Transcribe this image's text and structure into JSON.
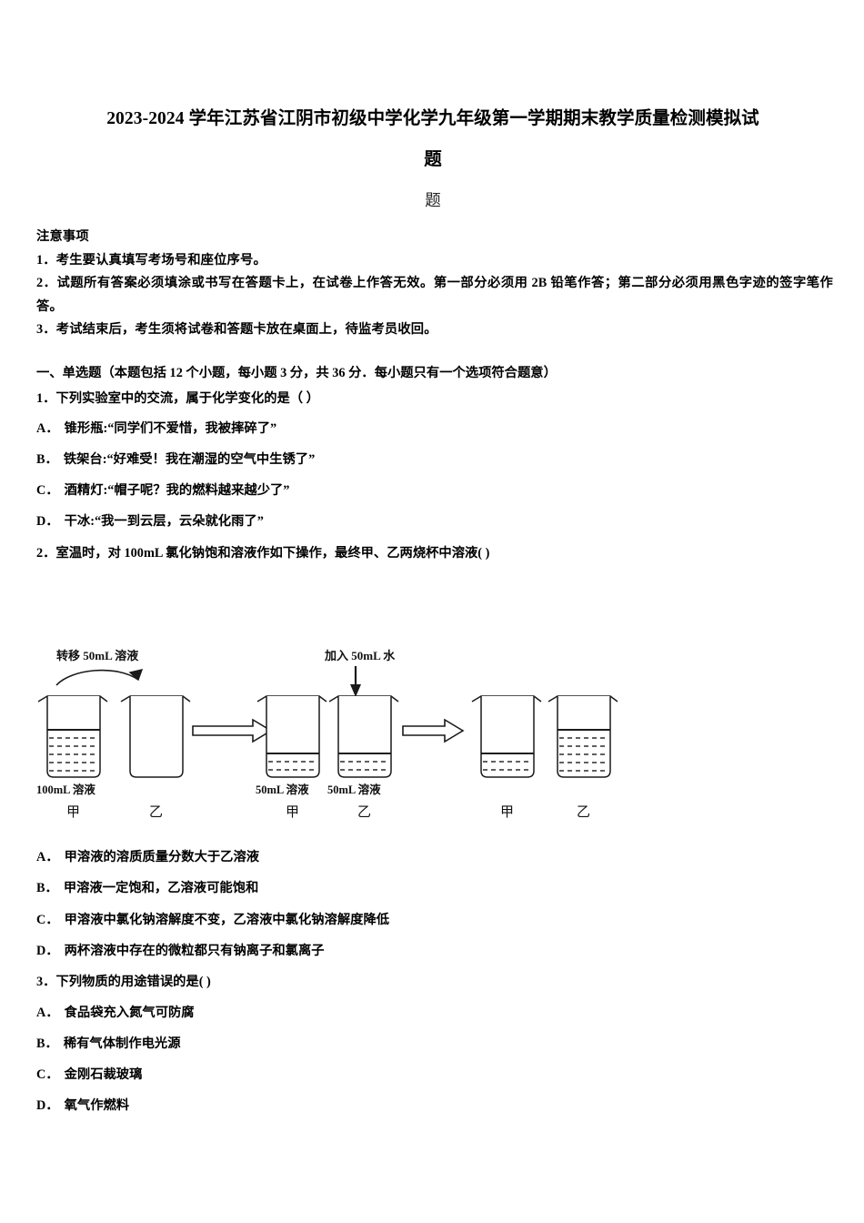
{
  "document": {
    "title_line1": "2023-2024 学年江苏省江阴市初级中学化学九年级第一学期期末教学质量检测模拟试",
    "title_line2": "题",
    "title_echo": "题"
  },
  "notice": {
    "heading": "注意事项",
    "items": [
      "1．考生要认真填写考场号和座位序号。",
      "2．试题所有答案必须填涂或书写在答题卡上，在试卷上作答无效。第一部分必须用 2B 铅笔作答；第二部分必须用黑色字迹的签字笔作答。",
      "3．考试结束后，考生须将试卷和答题卡放在桌面上，待监考员收回。"
    ]
  },
  "section": {
    "heading": "一、单选题（本题包括 12 个小题，每小题 3 分，共 36 分．每小题只有一个选项符合题意）"
  },
  "questions": [
    {
      "stem": "1．下列实验室中的交流，属于化学变化的是（  ）",
      "options": [
        {
          "label": "A．",
          "text": "锥形瓶:“同学们不爱惜，我被摔碎了”"
        },
        {
          "label": "B．",
          "text": "铁架台:“好难受！我在潮湿的空气中生锈了”"
        },
        {
          "label": "C．",
          "text": "酒精灯:“帽子呢？我的燃料越来越少了”"
        },
        {
          "label": "D．",
          "text": "干冰:“我一到云层，云朵就化雨了”"
        }
      ]
    },
    {
      "stem": "2．室温时，对 100mL 氯化钠饱和溶液作如下操作，最终甲、乙两烧杯中溶液(        )",
      "options": [
        {
          "label": "A．",
          "text": "甲溶液的溶质质量分数大于乙溶液"
        },
        {
          "label": "B．",
          "text": "甲溶液一定饱和，乙溶液可能饱和"
        },
        {
          "label": "C．",
          "text": "甲溶液中氯化钠溶解度不变，乙溶液中氯化钠溶解度降低"
        },
        {
          "label": "D．",
          "text": "两杯溶液中存在的微粒都只有钠离子和氯离子"
        }
      ]
    },
    {
      "stem": "3．下列物质的用途错误的是(  )",
      "options": [
        {
          "label": "A．",
          "text": "食品袋充入氮气可防腐"
        },
        {
          "label": "B．",
          "text": "稀有气体制作电光源"
        },
        {
          "label": "C．",
          "text": "金刚石裁玻璃"
        },
        {
          "label": "D．",
          "text": "氧气作燃料"
        }
      ]
    }
  ],
  "figure": {
    "annotations": {
      "transfer": "转移 50mL 溶液",
      "add_water": "加入 50mL 水"
    },
    "stage1": {
      "beaker_a_volume_label": "100mL 溶液",
      "beaker_a_name": "甲",
      "beaker_b_name": "乙"
    },
    "stage2": {
      "beaker_a_volume_label": "50mL 溶液",
      "beaker_b_volume_label": "50mL 溶液",
      "beaker_a_name": "甲",
      "beaker_b_name": "乙"
    },
    "stage3": {
      "beaker_a_name": "甲",
      "beaker_b_name": "乙"
    },
    "colors": {
      "outline": "#1a1a1a",
      "liquid_dash": "#2b2b2b",
      "page_background": "#ffffff",
      "text": "#000000"
    }
  }
}
